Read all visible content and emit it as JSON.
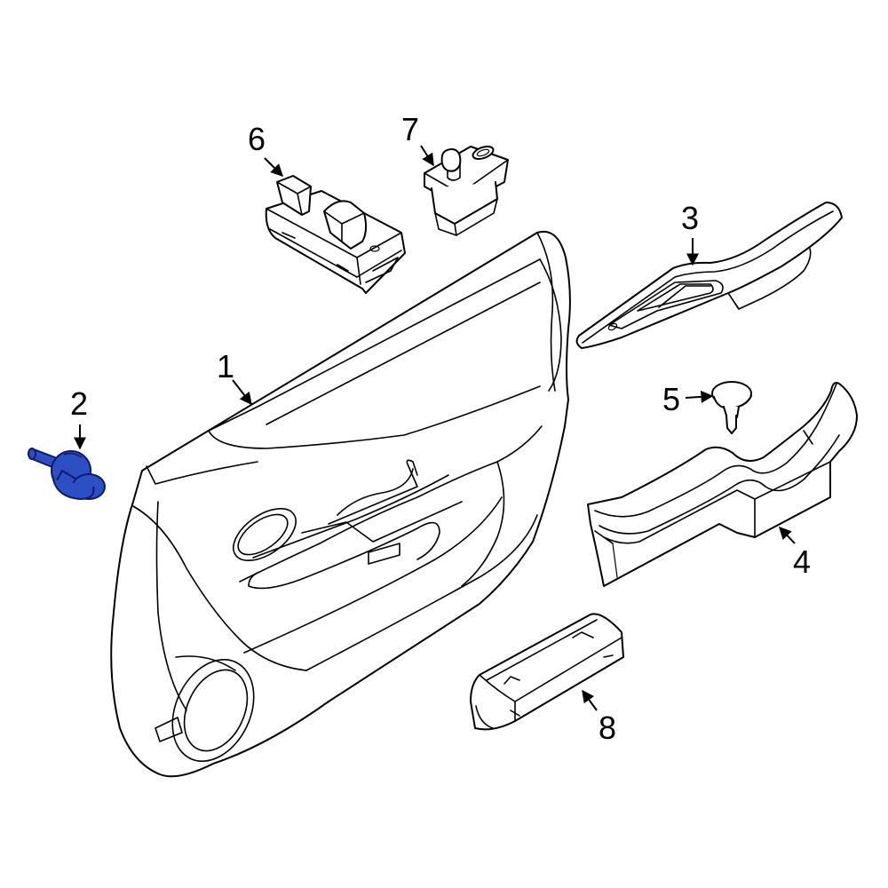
{
  "callouts": [
    {
      "id": "1",
      "label": "1"
    },
    {
      "id": "2",
      "label": "2"
    },
    {
      "id": "3",
      "label": "3"
    },
    {
      "id": "4",
      "label": "4"
    },
    {
      "id": "5",
      "label": "5"
    },
    {
      "id": "6",
      "label": "6"
    },
    {
      "id": "7",
      "label": "7"
    },
    {
      "id": "8",
      "label": "8"
    }
  ],
  "colors": {
    "line": "#000000",
    "background": "#ffffff",
    "highlight": "#2d4fc4",
    "highlight_stroke": "#0d1a6e"
  },
  "highlighted_part": "2"
}
